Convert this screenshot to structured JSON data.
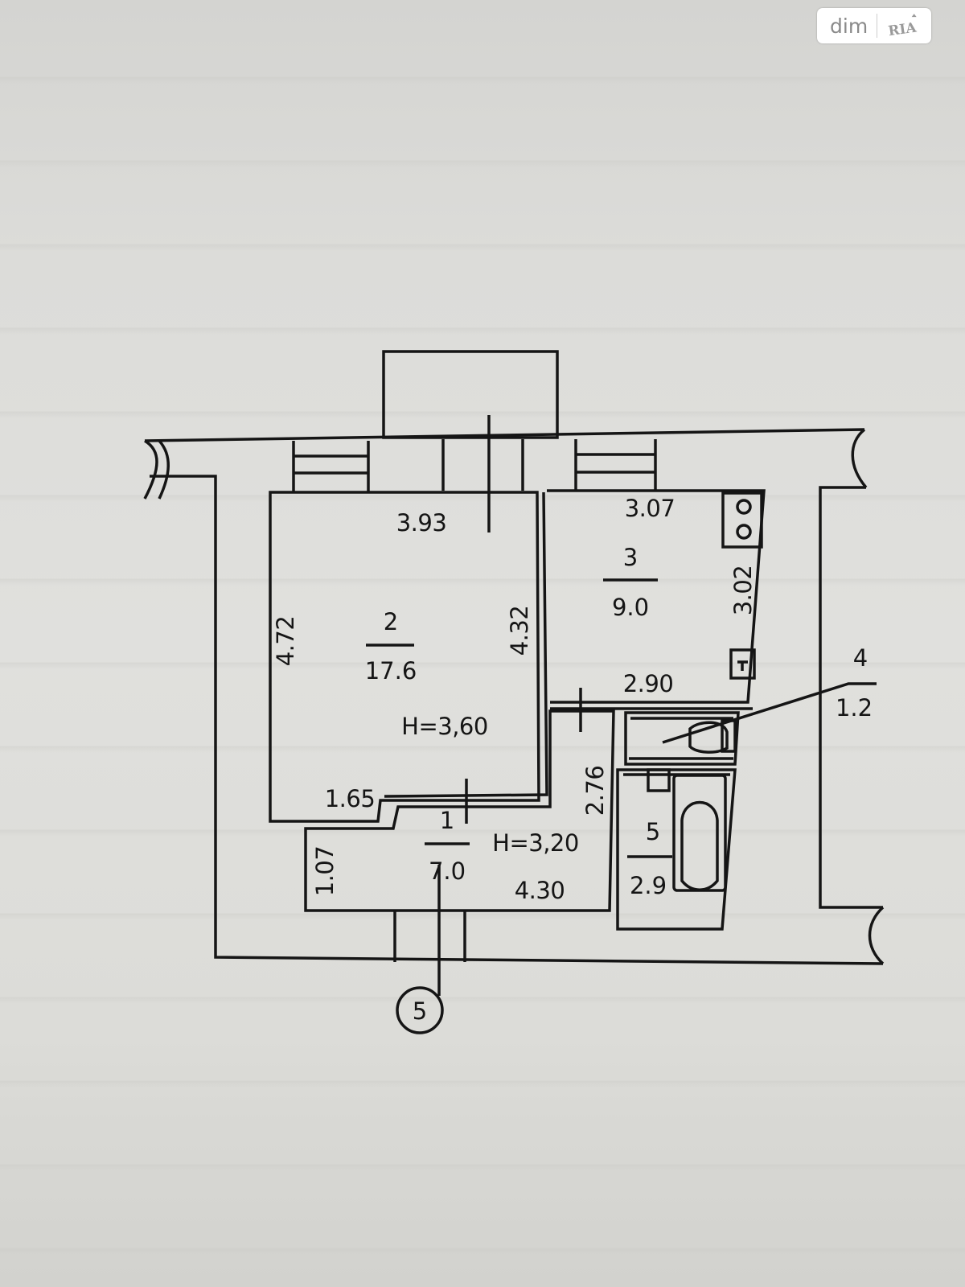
{
  "watermark": {
    "brand": "dim",
    "logo": "RIA"
  },
  "plan": {
    "rooms": [
      {
        "number": "2",
        "area": "17.6"
      },
      {
        "number": "3",
        "area": "9.0"
      },
      {
        "number": "1",
        "area": "7.0"
      },
      {
        "number": "4",
        "area": "1.2"
      },
      {
        "number": "5",
        "area": "2.9"
      }
    ],
    "dimensions": {
      "room2_top": "3.93",
      "room2_left": "4.72",
      "room2_right": "4.32",
      "room2_bottom": "1.65",
      "room3_top": "3.07",
      "room3_right": "3.02",
      "room3_bottom": "2.90",
      "room1_left": "1.07",
      "room1_bottom": "4.30",
      "corridor_right": "2.76"
    },
    "ceiling_heights": [
      "H=3,60",
      "H=3,20"
    ],
    "entrance_marker": "5"
  }
}
